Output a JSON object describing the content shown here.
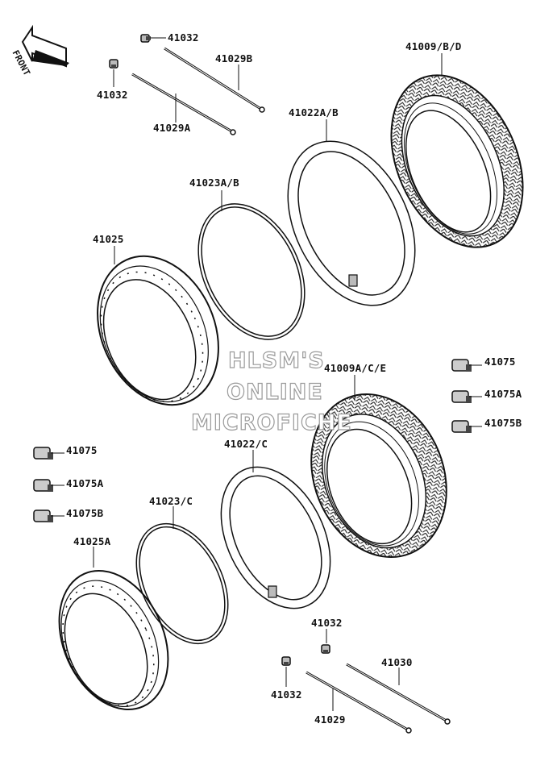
{
  "diagram": {
    "front_arrow_label": "FRONT",
    "labels": {
      "nipple_top_a": "41032",
      "spoke_top_b": "41029B",
      "nipple_top_b": "41032",
      "spoke_top_a": "41029A",
      "front_tire": "41009/B/D",
      "front_tube": "41022A/B",
      "front_rim_band": "41023A/B",
      "front_rim": "41025",
      "rear_tire": "41009A/C/E",
      "weight_r1": "41075",
      "weight_r2": "41075A",
      "weight_r3": "41075B",
      "weight_l1": "41075",
      "weight_l2": "41075A",
      "weight_l3": "41075B",
      "rear_tube": "41022/C",
      "rear_rim_band": "41023/C",
      "rear_rim": "41025A",
      "nipple_bot_a": "41032",
      "spoke_bot_b": "41030",
      "nipple_bot_b": "41032",
      "spoke_bot_a": "41029"
    }
  },
  "watermark": {
    "line1": "HLSM'S",
    "line2": "ONLINE",
    "line3": "MICROFICHE"
  }
}
